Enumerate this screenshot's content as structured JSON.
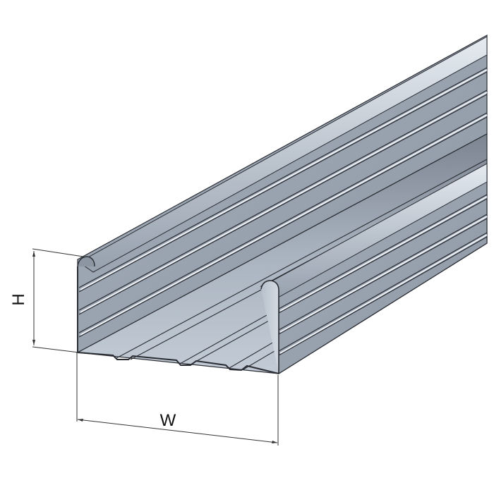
{
  "figure": {
    "subject": "Galvanized steel C-channel drywall profile",
    "colors": {
      "background": "#ffffff",
      "metal_light": "#c9d2dc",
      "metal_mid": "#9aa4b1",
      "metal_dark": "#6f7884",
      "edge": "#2a2d33",
      "dimension_line": "#333333"
    }
  },
  "dimensions": {
    "height": {
      "label": "H"
    },
    "width": {
      "label": "W"
    }
  }
}
